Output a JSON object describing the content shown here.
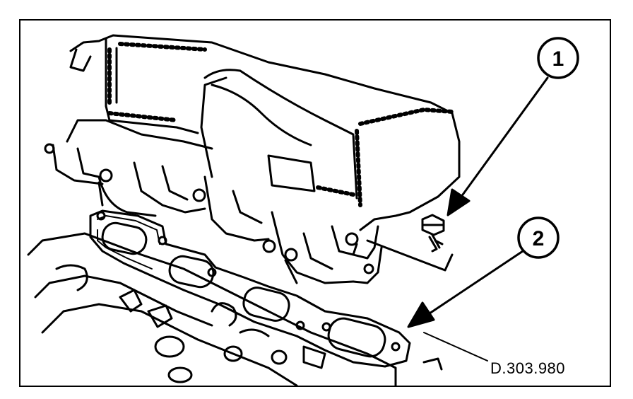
{
  "figure": {
    "reference_code": "D.303.980",
    "callouts": [
      {
        "number": "1",
        "target": "bolt"
      },
      {
        "number": "2",
        "target": "manifold-gasket"
      }
    ]
  },
  "colors": {
    "ink": "#000000",
    "paper": "#ffffff"
  }
}
